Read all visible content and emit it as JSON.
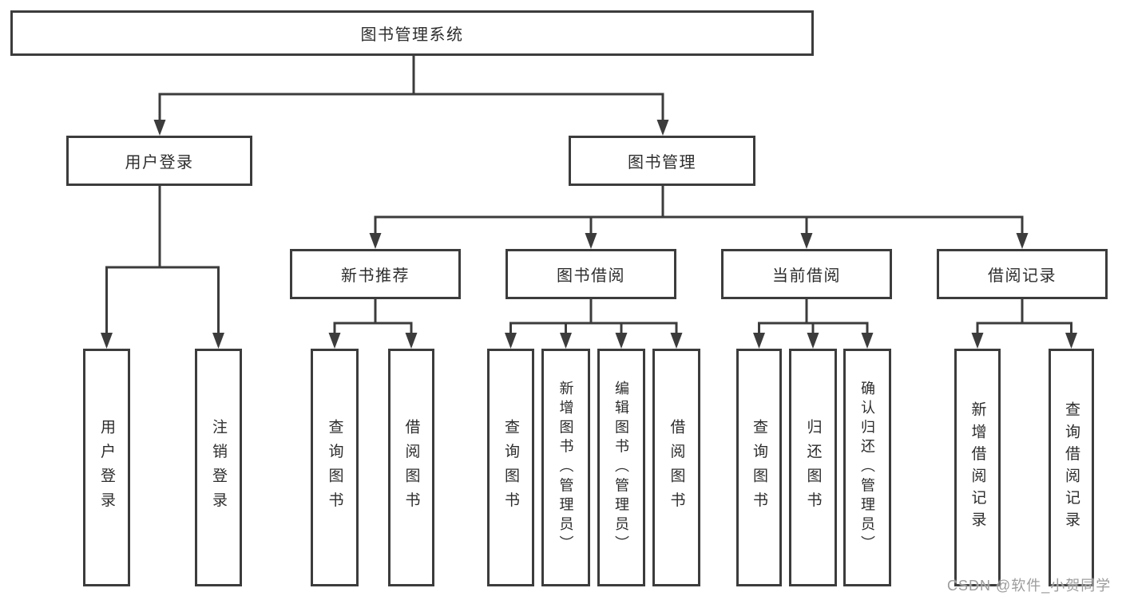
{
  "diagram": {
    "root": "图书管理系统",
    "branches": [
      {
        "label": "用户登录",
        "leaves": [
          "用户登录",
          "注销登录"
        ]
      },
      {
        "label": "图书管理",
        "groups": [
          {
            "label": "新书推荐",
            "leaves": [
              "查询图书",
              "借阅图书"
            ]
          },
          {
            "label": "图书借阅",
            "leaves": [
              "查询图书",
              "新增图书（管理员）",
              "编辑图书（管理员）",
              "借阅图书"
            ]
          },
          {
            "label": "当前借阅",
            "leaves": [
              "查询图书",
              "归还图书",
              "确认归还（管理员）"
            ]
          },
          {
            "label": "借阅记录",
            "leaves": [
              "新增借阅记录",
              "查询借阅记录"
            ]
          }
        ]
      }
    ]
  },
  "watermark": {
    "text": "CSDN @软件_小贺同学"
  },
  "colors": {
    "line": "#3c3c3c",
    "box_border": "#3c3c3c",
    "text": "#2d2d2d",
    "watermark": "#9c9c9c",
    "background": "#ffffff"
  }
}
